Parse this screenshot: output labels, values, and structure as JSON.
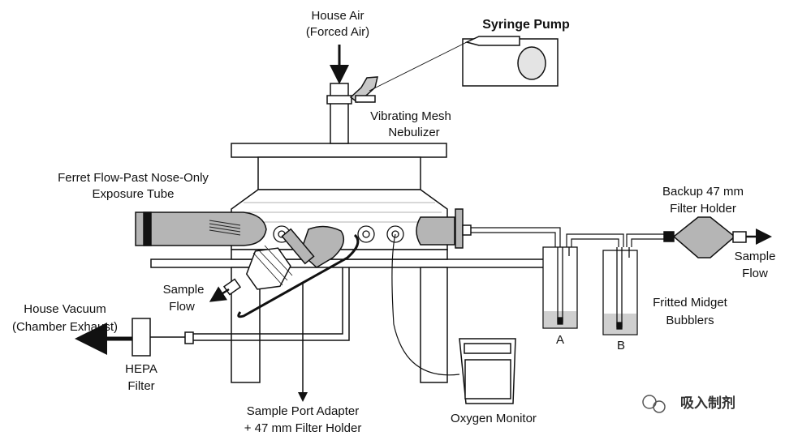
{
  "labels": {
    "house_air_1": "House Air",
    "house_air_2": "(Forced Air)",
    "syringe_pump": "Syringe Pump",
    "nebulizer_1": "Vibrating Mesh",
    "nebulizer_2": "Nebulizer",
    "ferret_1": "Ferret Flow-Past Nose-Only",
    "ferret_2": "Exposure Tube",
    "sample_flow_left_1": "Sample",
    "sample_flow_left_2": "Flow",
    "house_vacuum_1": "House Vacuum",
    "house_vacuum_2": "(Chamber Exhaust)",
    "hepa_1": "HEPA",
    "hepa_2": "Filter",
    "sample_port_1": "Sample Port Adapter",
    "sample_port_2": "+ 47 mm Filter Holder",
    "oxygen_monitor": "Oxygen Monitor",
    "backup_1": "Backup 47 mm",
    "backup_2": "Filter Holder",
    "sample_flow_right_1": "Sample",
    "sample_flow_right_2": "Flow",
    "bubblers_1": "Fritted Midget",
    "bubblers_2": "Bubblers",
    "bubbler_a": "A",
    "bubbler_b": "B",
    "watermark": "吸入制剂"
  }
}
